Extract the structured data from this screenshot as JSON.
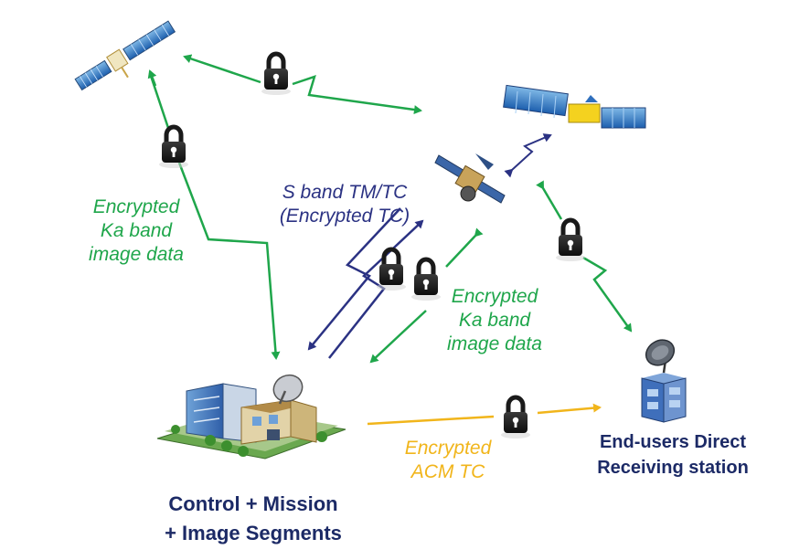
{
  "labels": {
    "ka_left": [
      "Encrypted",
      "Ka band",
      "image data"
    ],
    "ka_center": [
      "Encrypted",
      "Ka band",
      "image data"
    ],
    "s_band": [
      "S band TM/TC",
      "(Encrypted TC)"
    ],
    "acm": [
      "Encrypted",
      "ACM TC"
    ],
    "ground_station": [
      "Control + Mission",
      "+ Image Segments"
    ],
    "end_users": [
      "End-users Direct",
      "Receiving station"
    ]
  },
  "colors": {
    "green_link": "#1fa64b",
    "navy_link": "#2b3283",
    "gold_link": "#f1b51b",
    "station_text": "#1c2a66"
  },
  "icons": [
    "satellite-left-icon",
    "satellite-right-icon",
    "satellite-center-icon",
    "padlock-icon",
    "ground-station-icon",
    "receiving-station-icon"
  ]
}
